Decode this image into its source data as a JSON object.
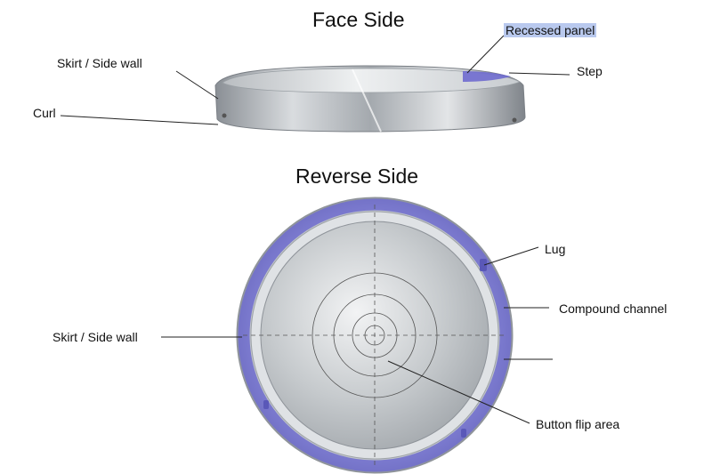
{
  "headings": {
    "face_side": "Face Side",
    "reverse_side": "Reverse Side"
  },
  "labels": {
    "skirt_side_wall_top": "Skirt / Side wall",
    "curl": "Curl",
    "recessed_panel": "Recessed panel",
    "step": "Step",
    "lug": "Lug",
    "compound_channel": "Compound channel",
    "skirt_side_wall_bottom": "Skirt / Side wall",
    "button_flip_area": "Button flip area"
  },
  "colors": {
    "highlight": "#b9c9ee",
    "compound": "#6f6ccf",
    "metal_light": "#e6e8ea",
    "metal_dark": "#8f949a"
  }
}
